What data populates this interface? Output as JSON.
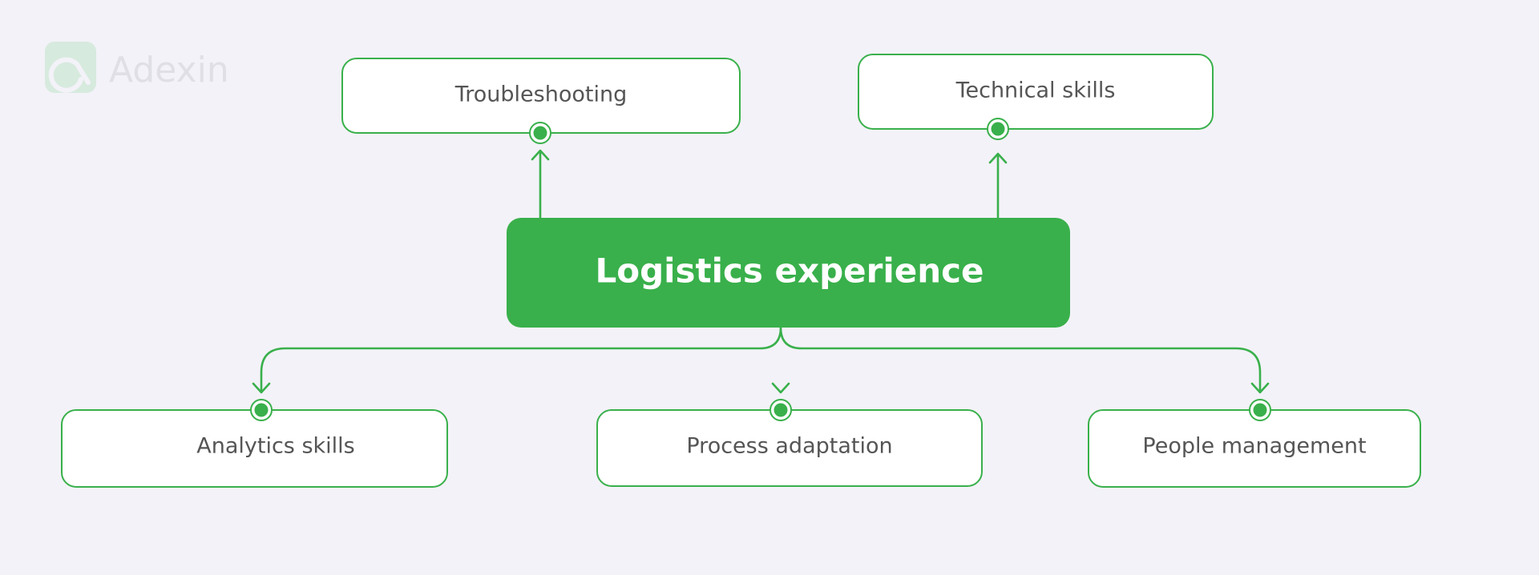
{
  "brand": {
    "name": "Adexin",
    "logo_icon": "adexin-a-logo-icon",
    "logo_color": "#d7eade",
    "text_color": "#e0dfe6"
  },
  "colors": {
    "background": "#f3f2f8",
    "accent": "#39b04b",
    "node_fill": "#ffffff",
    "node_text": "#555555",
    "main_text": "#ffffff"
  },
  "diagram": {
    "root": {
      "label": "Logistics experience"
    },
    "nodes": [
      {
        "id": "troubleshooting",
        "label": "Troubleshooting",
        "position": "top-left",
        "direction": "up"
      },
      {
        "id": "technical-skills",
        "label": "Technical skills",
        "position": "top-right",
        "direction": "up"
      },
      {
        "id": "analytics-skills",
        "label": "Analytics skills",
        "position": "bottom-left",
        "direction": "down"
      },
      {
        "id": "process-adaptation",
        "label": "Process adaptation",
        "position": "bottom-center",
        "direction": "down"
      },
      {
        "id": "people-management",
        "label": "People management",
        "position": "bottom-right",
        "direction": "down"
      }
    ],
    "edges": [
      {
        "from": "root",
        "to": "troubleshooting"
      },
      {
        "from": "root",
        "to": "technical-skills"
      },
      {
        "from": "root",
        "to": "analytics-skills"
      },
      {
        "from": "root",
        "to": "process-adaptation"
      },
      {
        "from": "root",
        "to": "people-management"
      }
    ]
  }
}
